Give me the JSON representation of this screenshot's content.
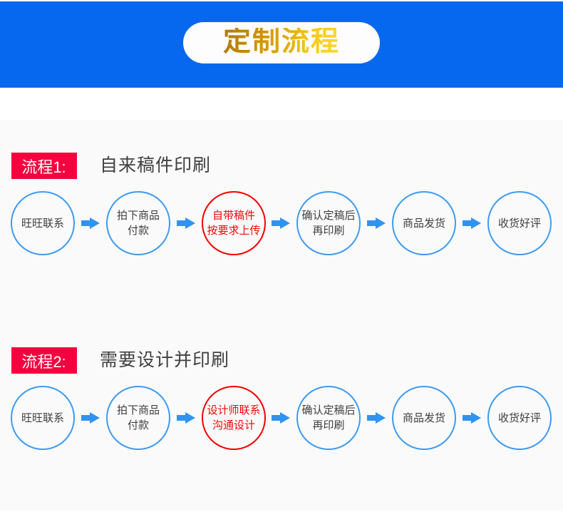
{
  "banner": {
    "title": "定制流程",
    "background_color": "#0668ee",
    "pill_color": "#fdfdfd",
    "title_gradient_from": "#b07a09",
    "title_gradient_to": "#ffd83a"
  },
  "colors": {
    "page_background": "#fafafa",
    "badge_red": "#f4023f",
    "circle_blue": "#3e9bf0",
    "circle_red": "#f60000",
    "arrow_blue": "#2f93f2",
    "text_dark": "#404040"
  },
  "sections": [
    {
      "badge": "流程1:",
      "title": "自来稿件印刷",
      "steps": [
        {
          "label": "旺旺联系",
          "lines": [
            "旺旺联系"
          ],
          "highlight": false
        },
        {
          "label": "拍下商品付款",
          "lines": [
            "拍下商品",
            "付款"
          ],
          "highlight": false
        },
        {
          "label": "自带稿件按要求上传",
          "lines": [
            "自带稿件",
            "按要求上传"
          ],
          "highlight": true
        },
        {
          "label": "确认定稿后再印刷",
          "lines": [
            "确认定稿后",
            "再印刷"
          ],
          "highlight": false
        },
        {
          "label": "商品发货",
          "lines": [
            "商品发货"
          ],
          "highlight": false
        },
        {
          "label": "收货好评",
          "lines": [
            "收货好评"
          ],
          "highlight": false
        }
      ]
    },
    {
      "badge": "流程2:",
      "title": "需要设计并印刷",
      "steps": [
        {
          "label": "旺旺联系",
          "lines": [
            "旺旺联系"
          ],
          "highlight": false
        },
        {
          "label": "拍下商品付款",
          "lines": [
            "拍下商品",
            "付款"
          ],
          "highlight": false
        },
        {
          "label": "设计师联系沟通设计",
          "lines": [
            "设计师联系",
            "沟通设计"
          ],
          "highlight": true
        },
        {
          "label": "确认定稿后再印刷",
          "lines": [
            "确认定稿后",
            "再印刷"
          ],
          "highlight": false
        },
        {
          "label": "商品发货",
          "lines": [
            "商品发货"
          ],
          "highlight": false
        },
        {
          "label": "收货好评",
          "lines": [
            "收货好评"
          ],
          "highlight": false
        }
      ]
    }
  ],
  "layout": {
    "circle_centers_x": [
      60,
      194,
      328,
      461,
      595,
      729
    ],
    "arrow_centers_x": [
      127,
      261,
      394,
      528,
      662
    ]
  }
}
